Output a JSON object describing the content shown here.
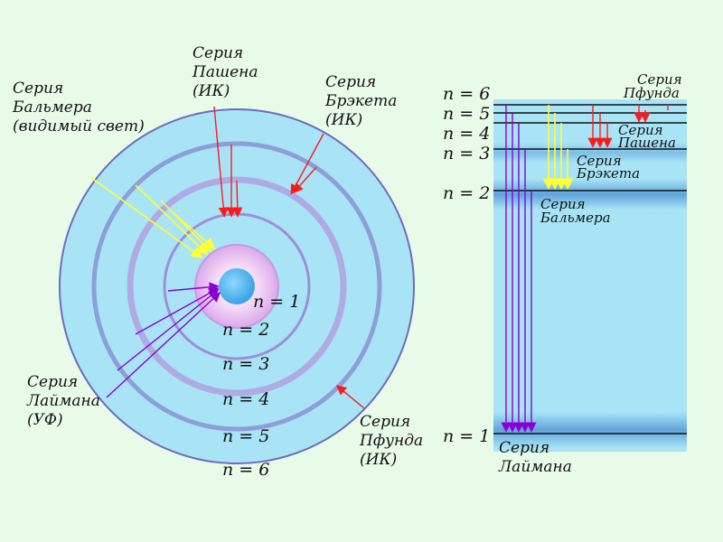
{
  "colors": {
    "background": "#e8fbe8",
    "shell_fill": "#a8e4f6",
    "shell_edge": "#6f6bbd",
    "nucleus": "#5ab8ee",
    "lyman": "#8a00d4",
    "balmer": "#ffff33",
    "paschen_brackett_pfund": "#ff1a1a"
  },
  "atom": {
    "orbit_labels": [
      "n = 1",
      "n = 2",
      "n = 3",
      "n = 4",
      "n = 5",
      "n = 6"
    ],
    "series": {
      "balmer": "Серия Бальмера (видимый свет)",
      "balmer_lines": [
        "Серия",
        "Бальмера",
        "(видимый свет)"
      ],
      "paschen_lines": [
        "Серия",
        "Пашена",
        "(ИК)"
      ],
      "brackett_lines": [
        "Серия",
        "Брэкета",
        "(ИК)"
      ],
      "lyman_lines": [
        "Серия",
        "Лаймана",
        "(УФ)"
      ],
      "pfund_lines": [
        "Серия",
        "Пфунда",
        "(ИК)"
      ]
    }
  },
  "levels": {
    "labels": [
      "n = 6",
      "n = 5",
      "n = 4",
      "n = 3",
      "n = 2",
      "n = 1"
    ],
    "series": {
      "pfund_lines": [
        "Серия",
        "Пфунда"
      ],
      "paschen_lines": [
        "Серия",
        "Пашена"
      ],
      "brackett_lines": [
        "Серия",
        "Брэкета"
      ],
      "balmer_lines": [
        "Серия",
        "Бальмера"
      ],
      "lyman_lines": [
        "Серия",
        "Лаймана"
      ]
    }
  }
}
